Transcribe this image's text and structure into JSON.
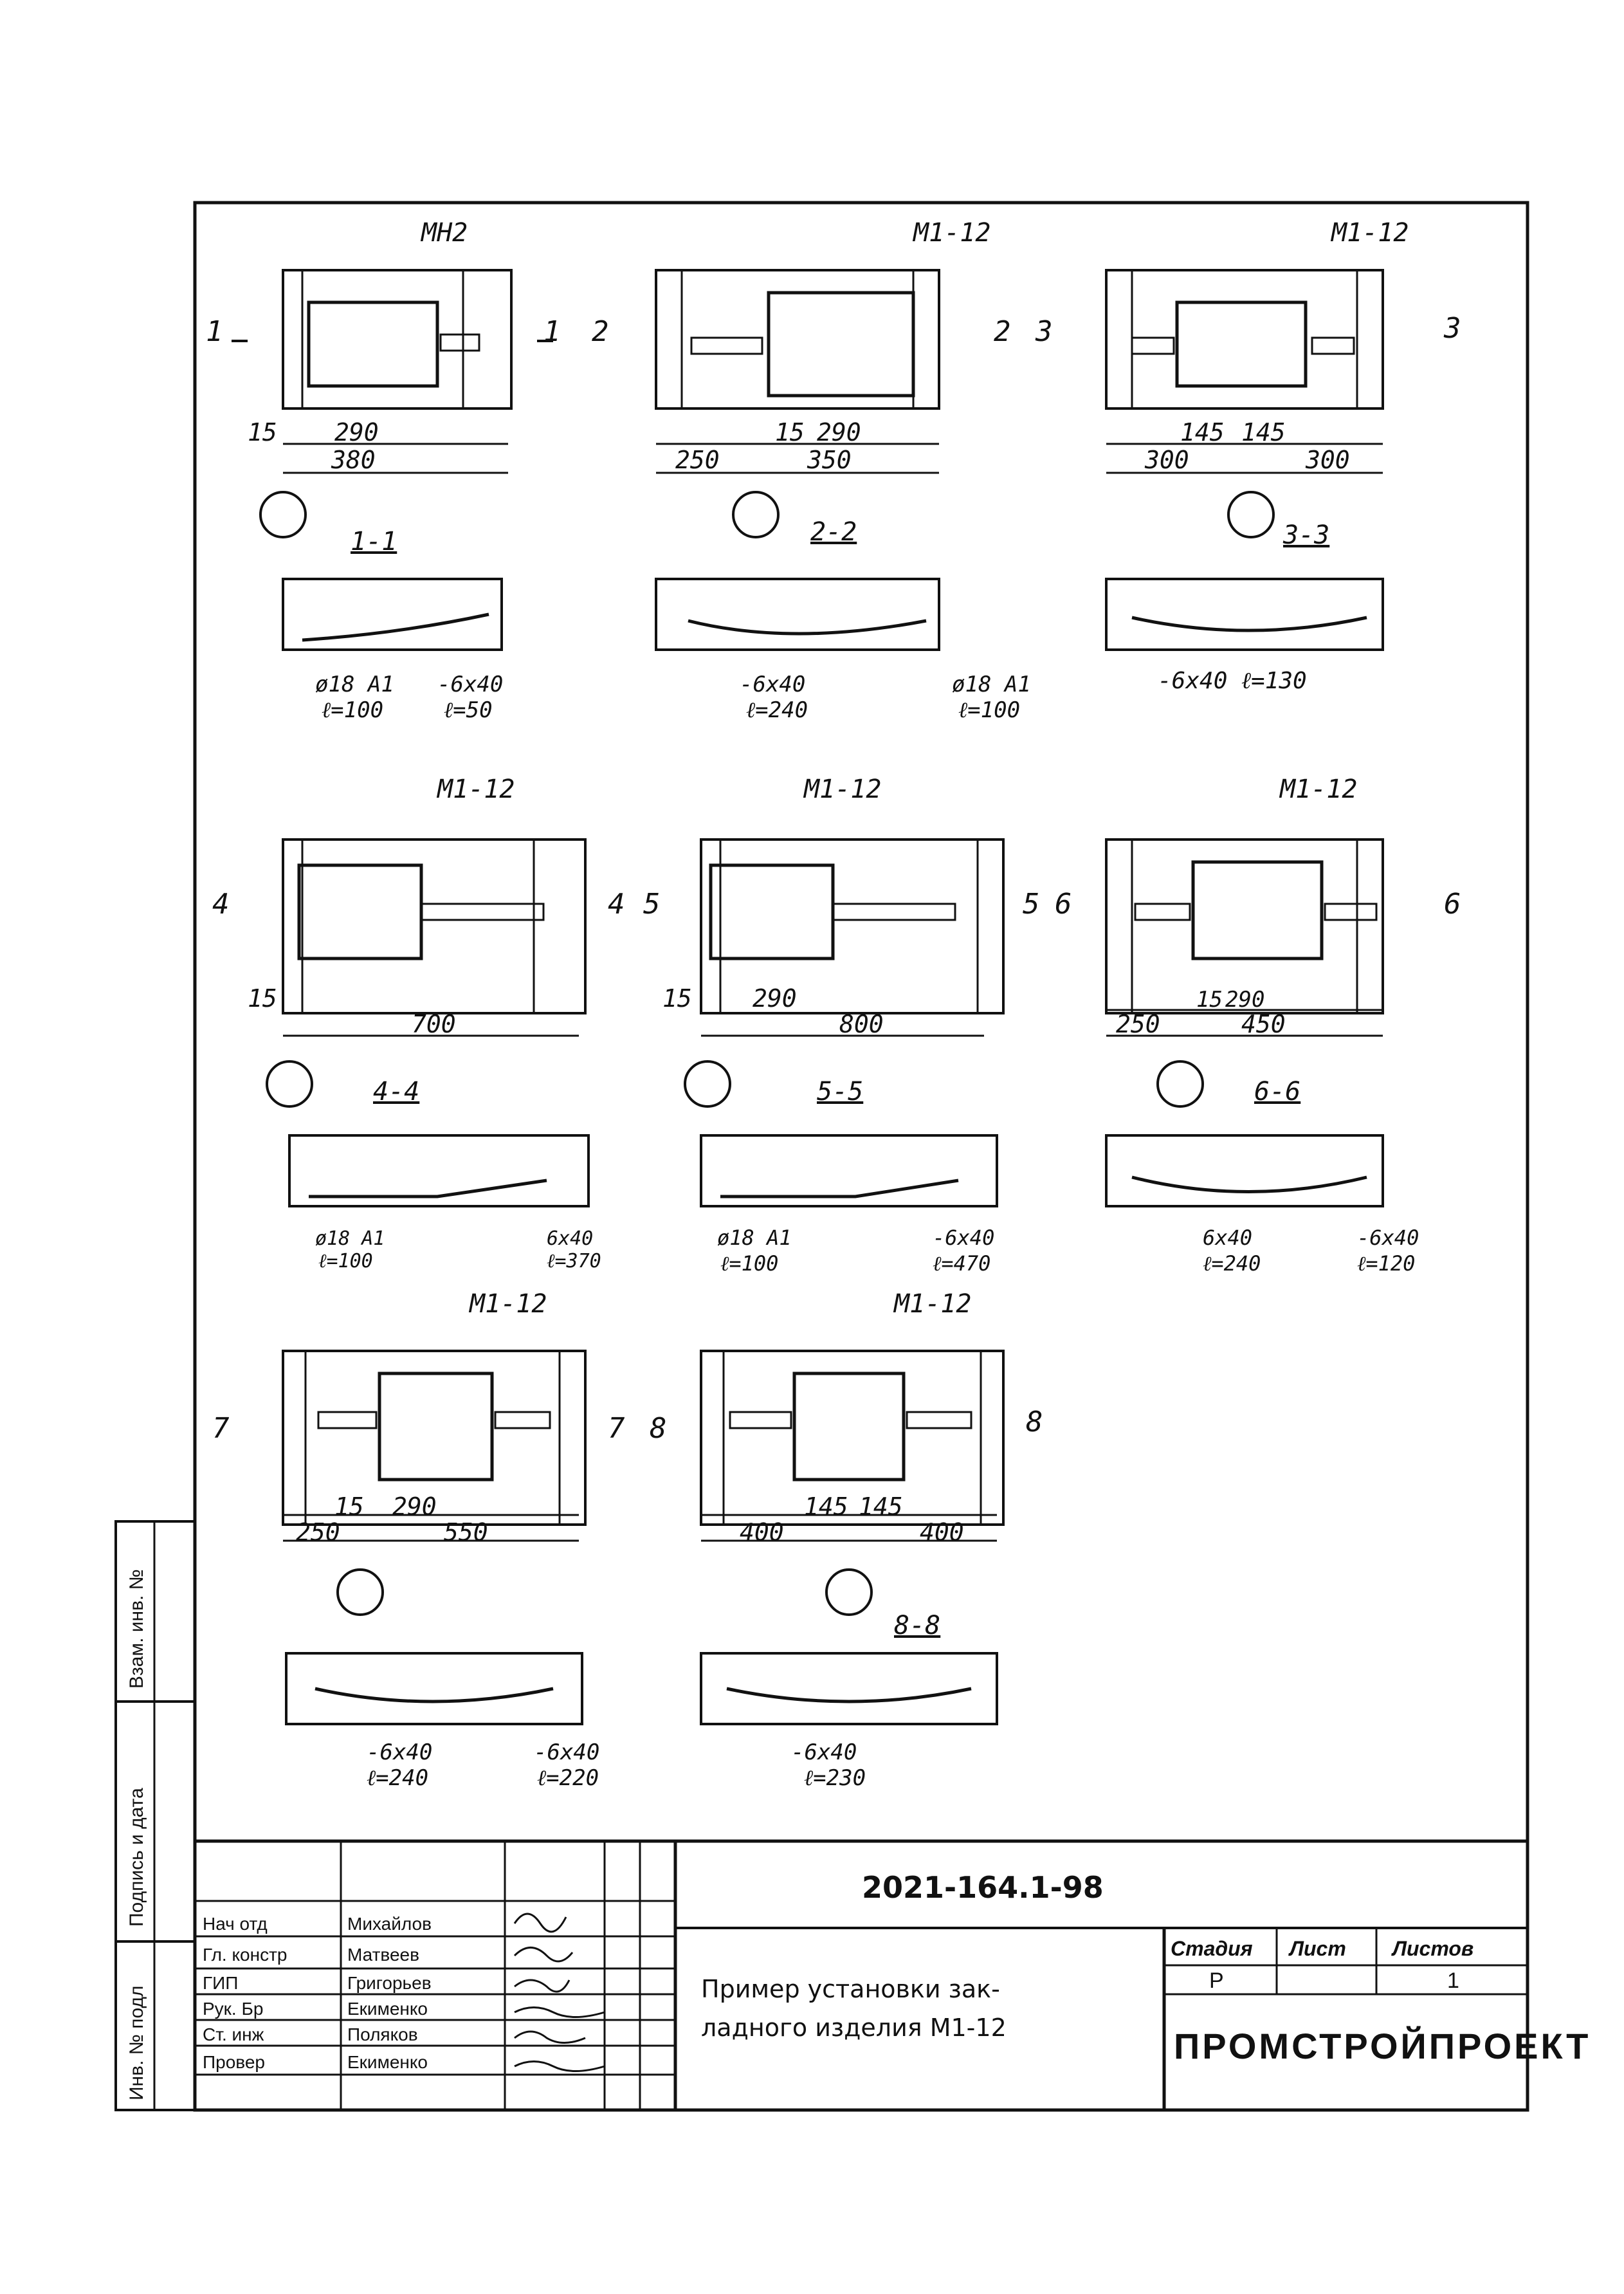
{
  "drawing": {
    "details": [
      {
        "id": "1",
        "mark": "МН2",
        "section": "1-1",
        "dims_top": [
          "15",
          "290"
        ],
        "dims_bottom": [
          "380"
        ],
        "labels": [
          "ø18 A1",
          "ℓ=100",
          "-6x40",
          "ℓ=50"
        ]
      },
      {
        "id": "2",
        "mark": "М1-12",
        "section": "2-2",
        "dims_top": [
          "15",
          "290"
        ],
        "dims_bottom": [
          "250",
          "350"
        ],
        "labels": [
          "-6x40",
          "ℓ=240",
          "ø18 A1",
          "ℓ=100"
        ]
      },
      {
        "id": "3",
        "mark": "М1-12",
        "section": "3-3",
        "dims_top": [
          "145",
          "145"
        ],
        "dims_bottom": [
          "300",
          "300"
        ],
        "labels": [
          "-6x40 ℓ=130"
        ]
      },
      {
        "id": "4",
        "mark": "М1-12",
        "section": "4-4",
        "dims_top": [],
        "dims_bottom": [
          "15",
          "700"
        ],
        "labels": [
          "ø18 A1",
          "ℓ=100",
          "6x40",
          "ℓ=370"
        ]
      },
      {
        "id": "5",
        "mark": "М1-12",
        "section": "5-5",
        "dims_top": [],
        "dims_bottom": [
          "15",
          "290",
          "800"
        ],
        "labels": [
          "ø18 A1",
          "ℓ=100",
          "-6x40",
          "ℓ=470"
        ]
      },
      {
        "id": "6",
        "mark": "М1-12",
        "section": "6-6",
        "dims_top": [
          "15",
          "290"
        ],
        "dims_bottom": [
          "250",
          "450"
        ],
        "labels": [
          "6x40",
          "ℓ=240",
          "-6x40",
          "ℓ=120"
        ]
      },
      {
        "id": "7",
        "mark": "М1-12",
        "section": "",
        "dims_top": [
          "15",
          "290"
        ],
        "dims_bottom": [
          "250",
          "550"
        ],
        "labels": [
          "-6x40",
          "ℓ=240",
          "-6x40",
          "ℓ=220"
        ]
      },
      {
        "id": "8",
        "mark": "М1-12",
        "section": "8-8",
        "dims_top": [
          "145",
          "145"
        ],
        "dims_bottom": [
          "400",
          "400"
        ],
        "labels": [
          "-6x40",
          "ℓ=230"
        ]
      }
    ]
  },
  "side_stamp": {
    "cells": [
      "Инв. № подл",
      "Подпись и дата",
      "Взам. инв. №"
    ]
  },
  "title_block": {
    "doc_number": "2021-164.1-98",
    "title_line1": "Пример установки зак-",
    "title_line2": "ладного изделия М1-12",
    "stage_label": "Стадия",
    "sheet_label": "Лист",
    "sheets_label": "Листов",
    "stage_value": "Р",
    "sheet_value": "",
    "sheets_value": "1",
    "company": "ПРОМСТРОЙПРОЕКТ",
    "roles": [
      {
        "role": "Нач отд",
        "name": "Михайлов"
      },
      {
        "role": "Гл. констр",
        "name": "Матвеев"
      },
      {
        "role": "ГИП",
        "name": "Григорьев"
      },
      {
        "role": "Рук. Бр",
        "name": "Екименко"
      },
      {
        "role": "Ст. инж",
        "name": "Поляков"
      },
      {
        "role": "Провер",
        "name": "Екименко"
      }
    ]
  }
}
